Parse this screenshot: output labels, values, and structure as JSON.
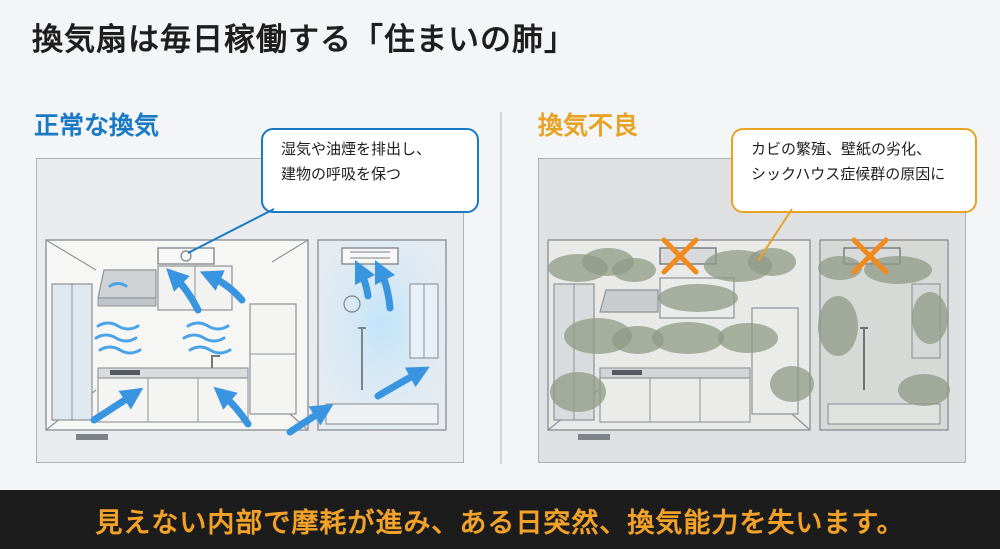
{
  "title": "換気扇は毎日稼働する「住まいの肺」",
  "colors": {
    "normal": "#1a79c4",
    "bad": "#e8a224",
    "text": "#1e1e1e",
    "banner_bg": "#1c1c1c",
    "banner_text": "#f3a229",
    "arrow": "#3a95e0",
    "cross": "#f08a1c"
  },
  "normal": {
    "label": "正常な換気",
    "callout": [
      "湿気や油煙を排出し、",
      "建物の呼吸を保つ"
    ]
  },
  "bad": {
    "label": "換気不良",
    "callout": [
      "カビの繁殖、壁紙の劣化、",
      "シックハウス症候群の原因に"
    ]
  },
  "banner": "見えない内部で摩耗が進み、ある日突然、換気能力を失います。",
  "icons": [
    "up-arrow-icon",
    "cross-mark-icon",
    "wind-waves-icon",
    "ventilation-fan-icon"
  ]
}
